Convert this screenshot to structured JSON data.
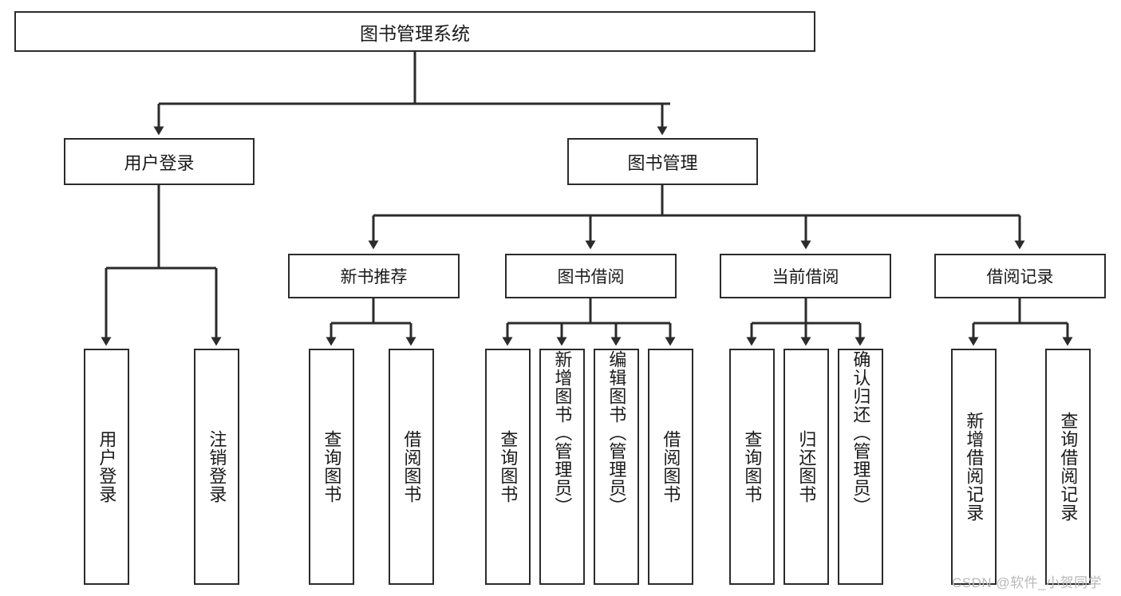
{
  "diagram": {
    "title": "图书管理系统",
    "type": "hierarchy-tree",
    "root": {
      "label": "图书管理系统"
    },
    "level1": [
      {
        "label": "用户登录"
      },
      {
        "label": "图书管理"
      }
    ],
    "level2": [
      {
        "label": "新书推荐"
      },
      {
        "label": "图书借阅"
      },
      {
        "label": "当前借阅"
      },
      {
        "label": "借阅记录"
      }
    ],
    "leaves": {
      "user_login": [
        {
          "label": "用户登录"
        },
        {
          "label": "注销登录"
        }
      ],
      "new_book_recommend": [
        {
          "label": "查询图书"
        },
        {
          "label": "借阅图书"
        }
      ],
      "book_borrow": [
        {
          "label": "查询图书"
        },
        {
          "label": "新增图书（管理员）"
        },
        {
          "label": "编辑图书（管理员）"
        },
        {
          "label": "借阅图书"
        }
      ],
      "current_borrow": [
        {
          "label": "查询图书"
        },
        {
          "label": "归还图书"
        },
        {
          "label": "确认归还（管理员）"
        }
      ],
      "borrow_records": [
        {
          "label": "新增借阅记录"
        },
        {
          "label": "查询借阅记录"
        }
      ]
    }
  },
  "watermark": {
    "text": "CSDN @软件_小贺同学"
  },
  "colors": {
    "border": "#2b2b2b",
    "background": "#ffffff",
    "text": "#1a1a1a",
    "watermark": "#b9b9b9"
  }
}
